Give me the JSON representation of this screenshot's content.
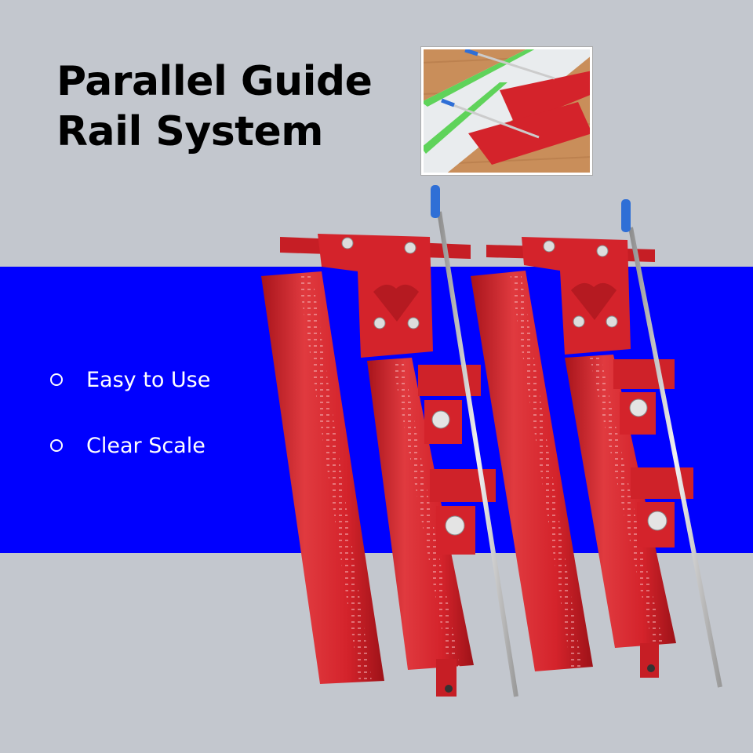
{
  "title": {
    "line1": "Parallel Guide",
    "line2": "Rail System"
  },
  "features": [
    {
      "label": "Easy to Use"
    },
    {
      "label": "Clear Scale"
    }
  ],
  "colors": {
    "background": "#c3c7ce",
    "band": "#0000ff",
    "rail_red": "#d4232b",
    "rod_handle": "#2f6fd6",
    "title_text": "#000000",
    "feature_text": "#ffffff"
  }
}
